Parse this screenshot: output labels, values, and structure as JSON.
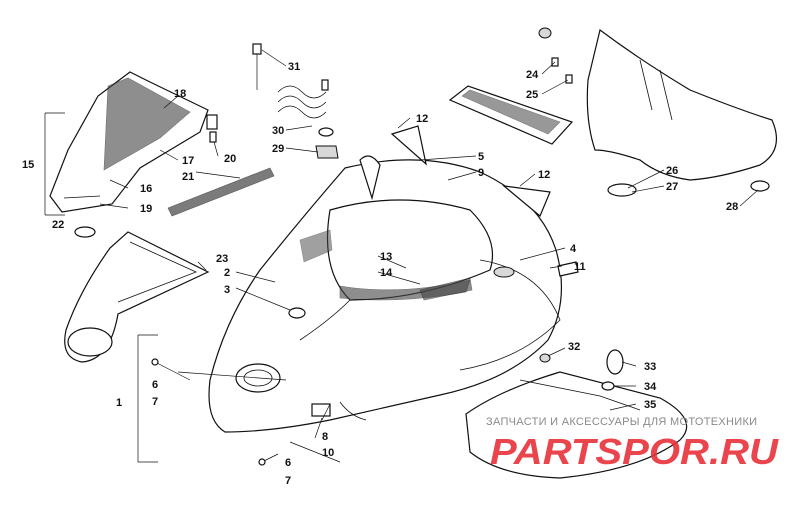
{
  "watermark": {
    "subtitle": "ЗАПЧАСТИ И АКСЕССУАРЫ ДЛЯ МОТОТЕХНИКИ",
    "logo_text": "PARTSPOR.RU",
    "logo_color": "#e8303a"
  },
  "callouts": [
    "1",
    "2",
    "3",
    "4",
    "5",
    "6",
    "7",
    "6",
    "7",
    "8",
    "9",
    "10",
    "11",
    "12",
    "12",
    "13",
    "14",
    "15",
    "16",
    "17",
    "18",
    "19",
    "20",
    "21",
    "22",
    "23",
    "24",
    "25",
    "26",
    "27",
    "28",
    "29",
    "30",
    "31",
    "32",
    "33",
    "34",
    "35"
  ]
}
